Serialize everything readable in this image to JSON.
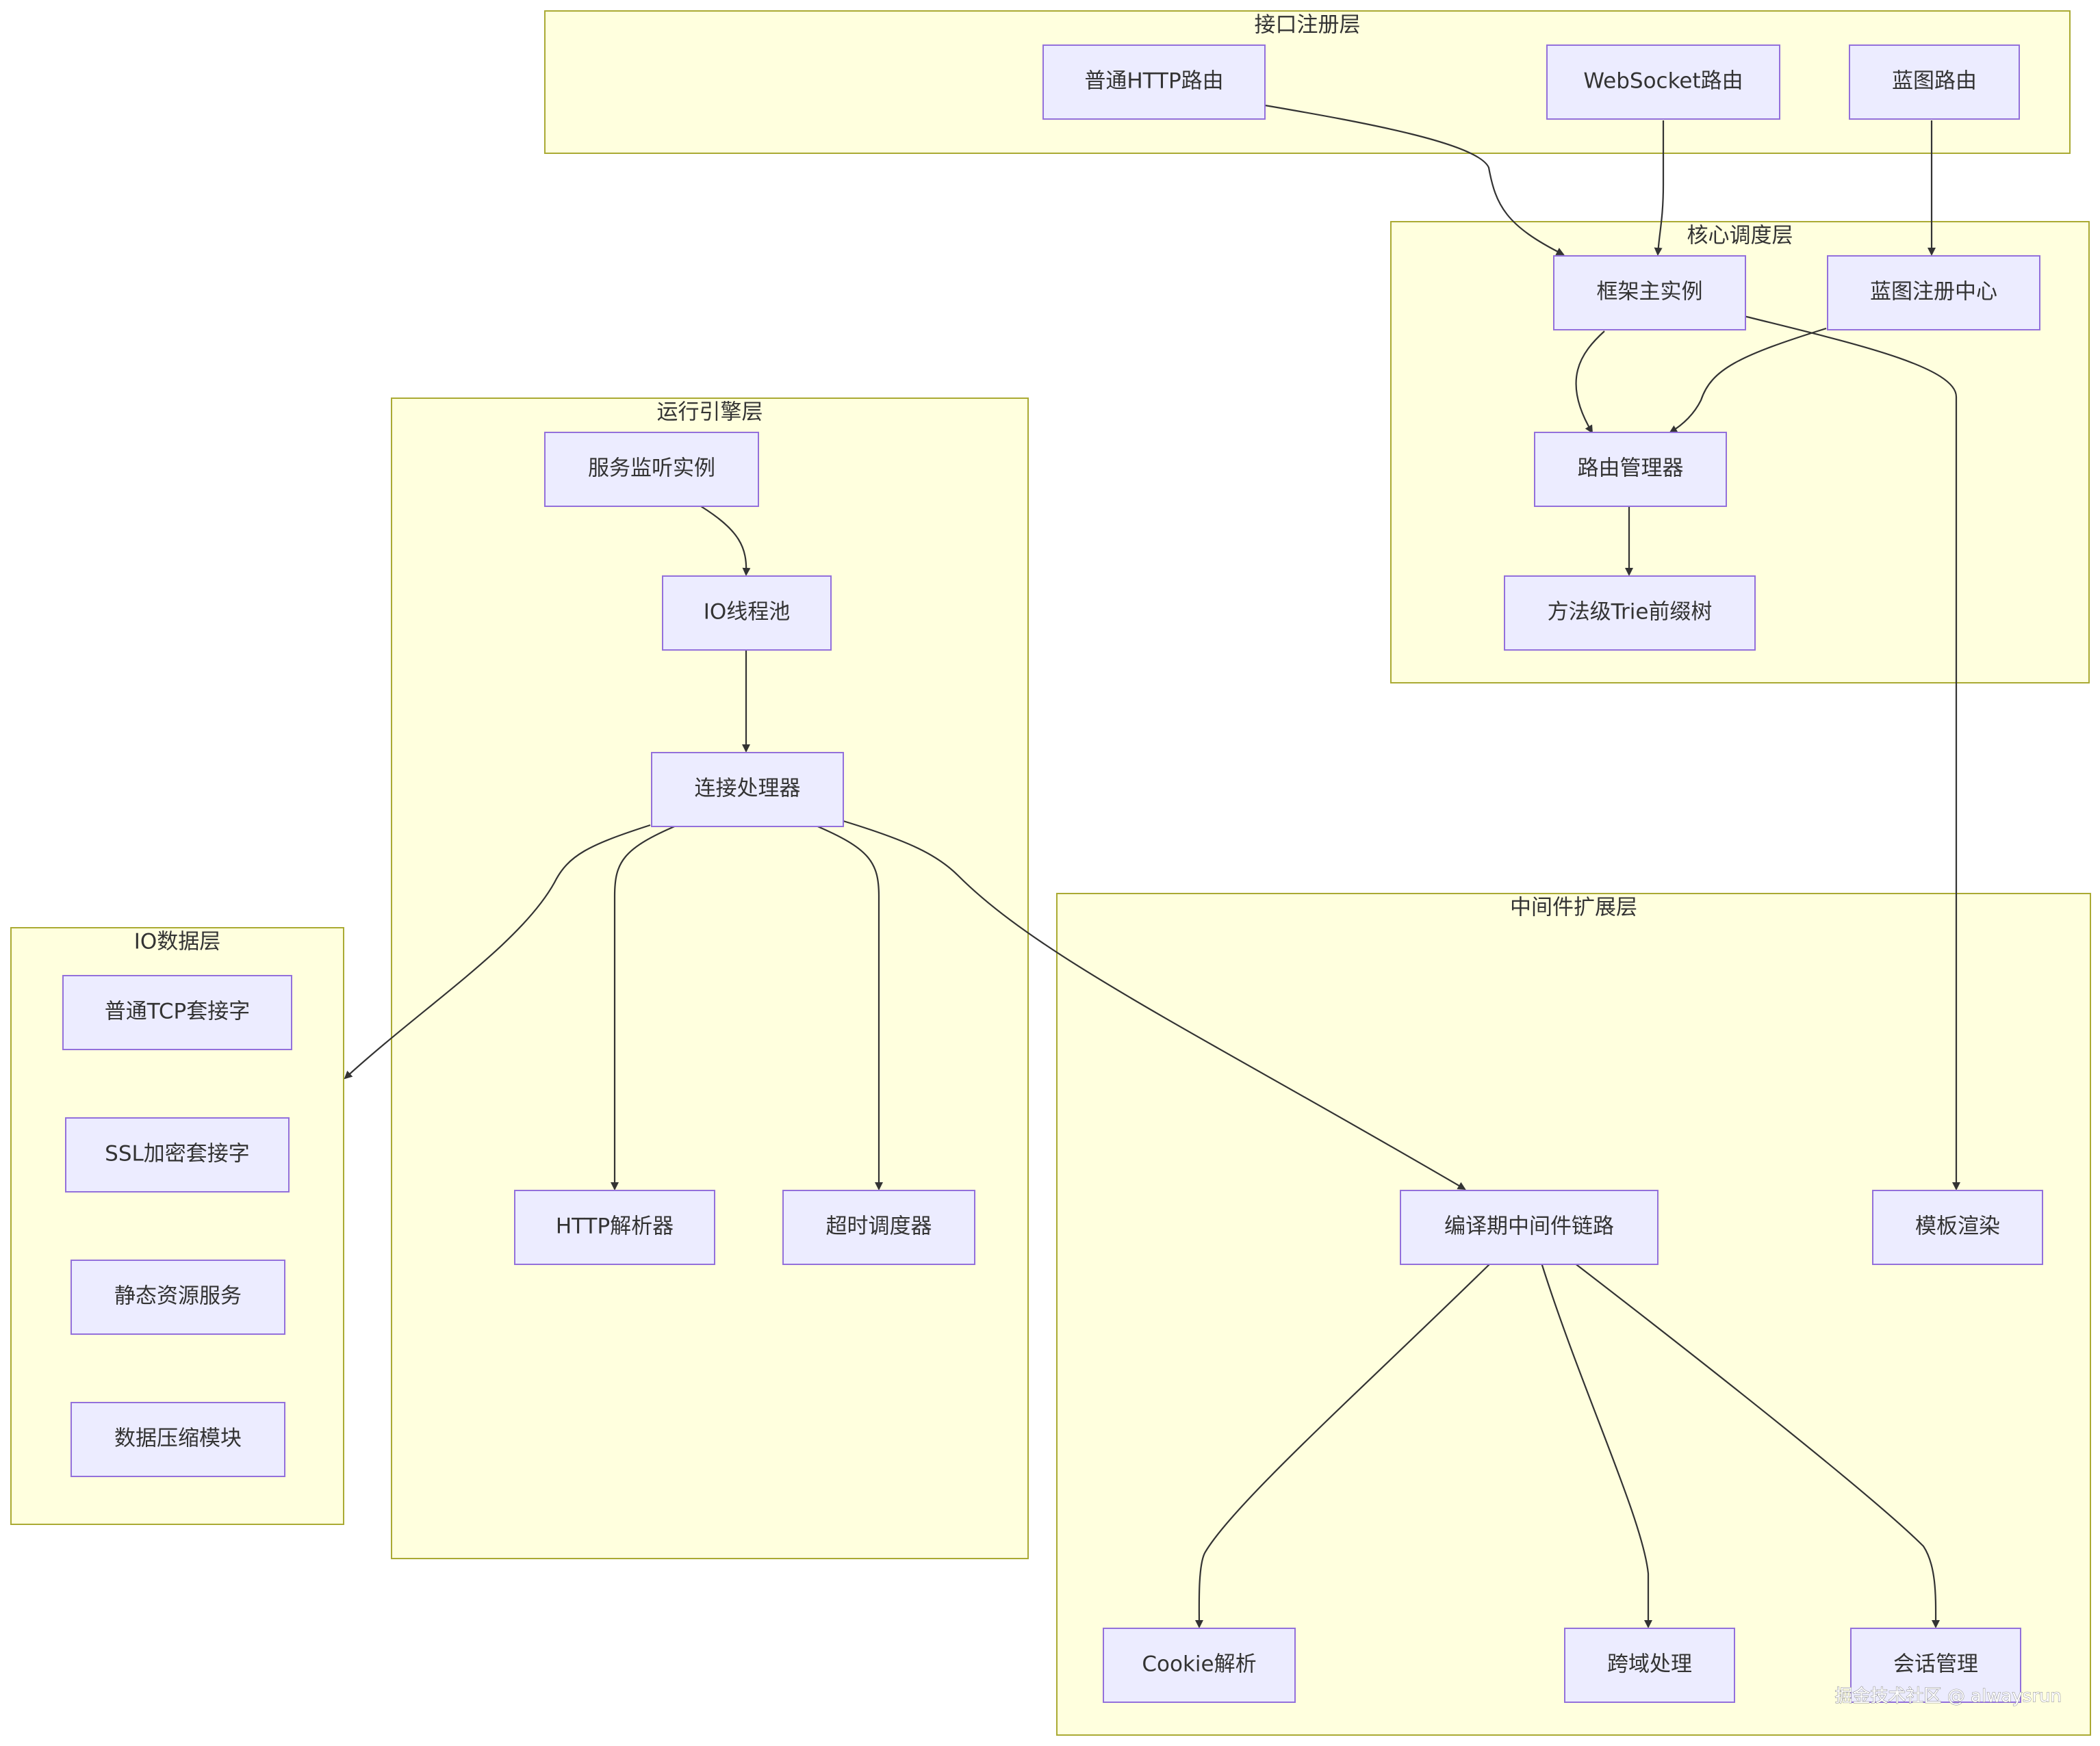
{
  "clusters": {
    "interface": {
      "label": "接口注册层"
    },
    "core": {
      "label": "核心调度层"
    },
    "engine": {
      "label": "运行引擎层"
    },
    "io": {
      "label": "IO数据层"
    },
    "middleware": {
      "label": "中间件扩展层"
    }
  },
  "nodes": {
    "http_route": {
      "label": "普通HTTP路由"
    },
    "ws_route": {
      "label": "WebSocket路由"
    },
    "bp_route": {
      "label": "蓝图路由"
    },
    "main_instance": {
      "label": "框架主实例"
    },
    "bp_center": {
      "label": "蓝图注册中心"
    },
    "router_mgr": {
      "label": "路由管理器"
    },
    "trie": {
      "label": "方法级Trie前缀树"
    },
    "server_listen": {
      "label": "服务监听实例"
    },
    "io_pool": {
      "label": "IO线程池"
    },
    "conn_handler": {
      "label": "连接处理器"
    },
    "http_parser": {
      "label": "HTTP解析器"
    },
    "timeout_sched": {
      "label": "超时调度器"
    },
    "tcp_socket": {
      "label": "普通TCP套接字"
    },
    "ssl_socket": {
      "label": "SSL加密套接字"
    },
    "static_service": {
      "label": "静态资源服务"
    },
    "compress": {
      "label": "数据压缩模块"
    },
    "mw_chain": {
      "label": "编译期中间件链路"
    },
    "template": {
      "label": "模板渲染"
    },
    "cookie": {
      "label": "Cookie解析"
    },
    "cors": {
      "label": "跨域处理"
    },
    "session": {
      "label": "会话管理"
    }
  },
  "edges": [
    {
      "from": "http_route",
      "to": "main_instance"
    },
    {
      "from": "ws_route",
      "to": "main_instance"
    },
    {
      "from": "bp_route",
      "to": "bp_center"
    },
    {
      "from": "main_instance",
      "to": "router_mgr"
    },
    {
      "from": "bp_center",
      "to": "router_mgr"
    },
    {
      "from": "router_mgr",
      "to": "trie"
    },
    {
      "from": "main_instance",
      "to": "template"
    },
    {
      "from": "server_listen",
      "to": "io_pool"
    },
    {
      "from": "io_pool",
      "to": "conn_handler"
    },
    {
      "from": "conn_handler",
      "to": "io"
    },
    {
      "from": "conn_handler",
      "to": "http_parser"
    },
    {
      "from": "conn_handler",
      "to": "timeout_sched"
    },
    {
      "from": "conn_handler",
      "to": "mw_chain"
    },
    {
      "from": "mw_chain",
      "to": "cookie"
    },
    {
      "from": "mw_chain",
      "to": "cors"
    },
    {
      "from": "mw_chain",
      "to": "session"
    }
  ],
  "watermark": "掘金技术社区 @ alwaysrun"
}
